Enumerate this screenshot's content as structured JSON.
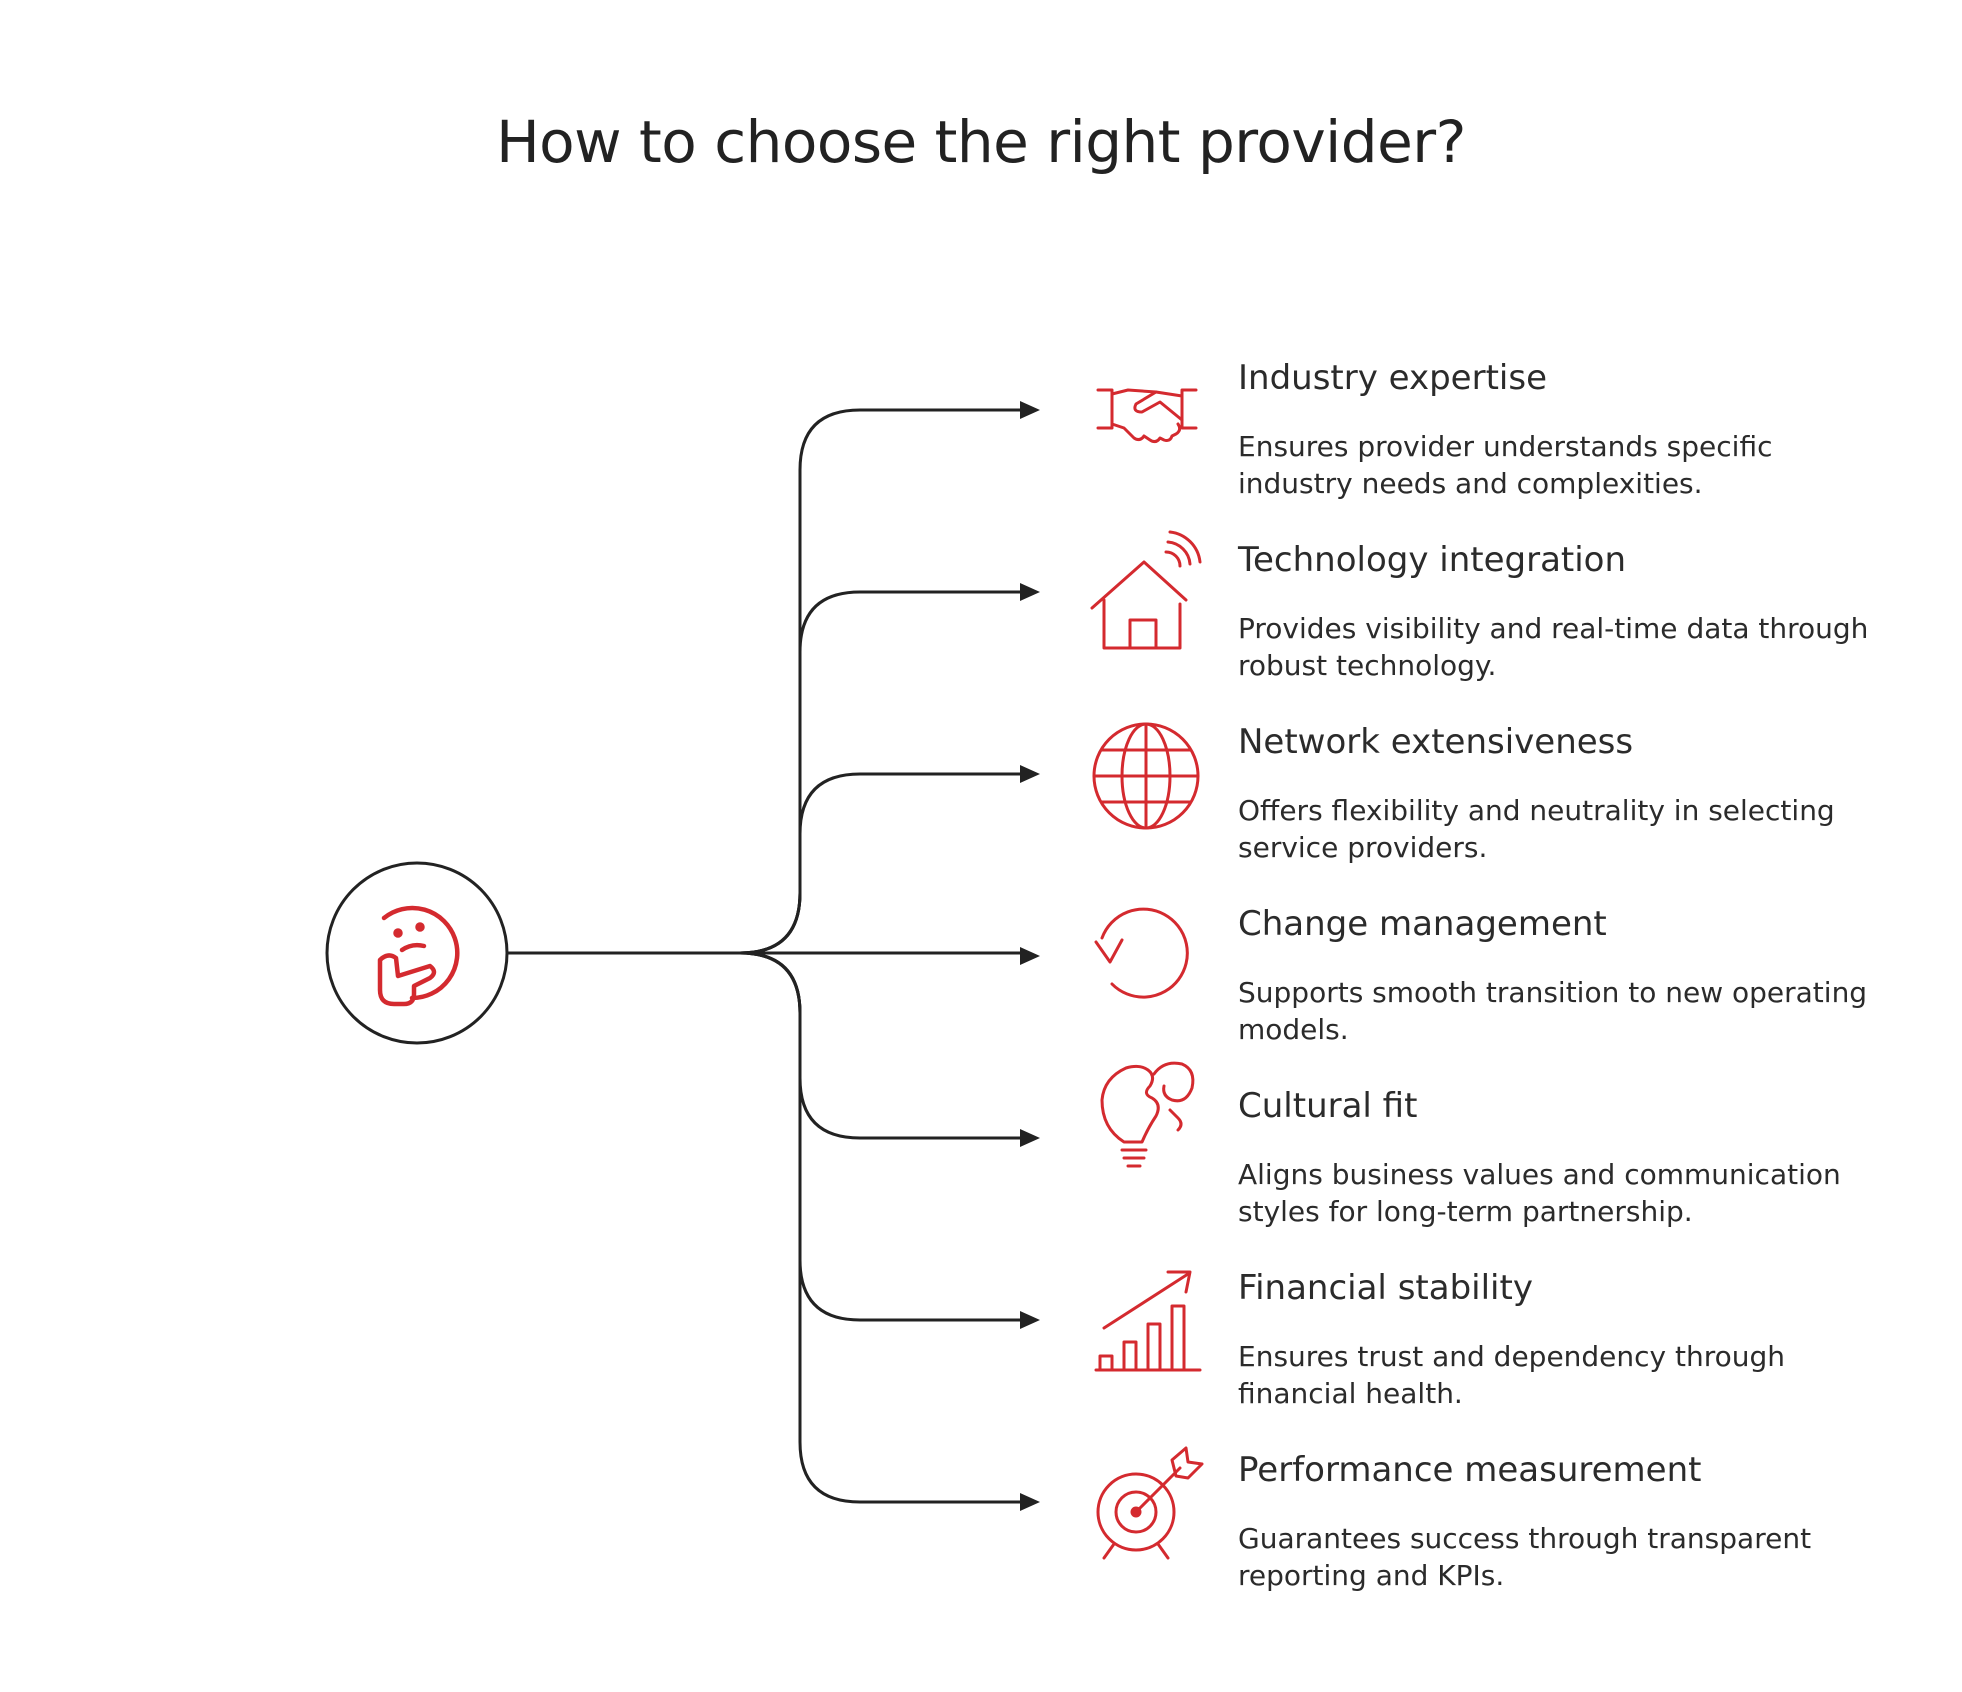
{
  "title": "How to choose the right provider?",
  "colors": {
    "accent": "#d42a2f",
    "line": "#222222",
    "text": "#2b2b2b"
  },
  "center_icon": "thinking-face-icon",
  "items": [
    {
      "title": "Industry expertise",
      "desc": "Ensures provider understands specific industry needs and complexities.",
      "icon": "handshake-icon"
    },
    {
      "title": "Technology integration",
      "desc": "Provides visibility and real-time data through robust technology.",
      "icon": "smart-home-icon"
    },
    {
      "title": "Network extensiveness",
      "desc": "Offers flexibility and neutrality in selecting service providers.",
      "icon": "globe-icon"
    },
    {
      "title": "Change management",
      "desc": "Supports smooth transition to new operating models.",
      "icon": "refresh-icon"
    },
    {
      "title": "Cultural fit",
      "desc": "Aligns business values and communication styles for long-term partnership.",
      "icon": "puzzle-bulb-icon"
    },
    {
      "title": "Financial stability",
      "desc": "Ensures trust and dependency through financial health.",
      "icon": "growth-chart-icon"
    },
    {
      "title": "Performance measurement",
      "desc": "Guarantees success through transparent reporting and KPIs.",
      "icon": "target-icon"
    }
  ]
}
